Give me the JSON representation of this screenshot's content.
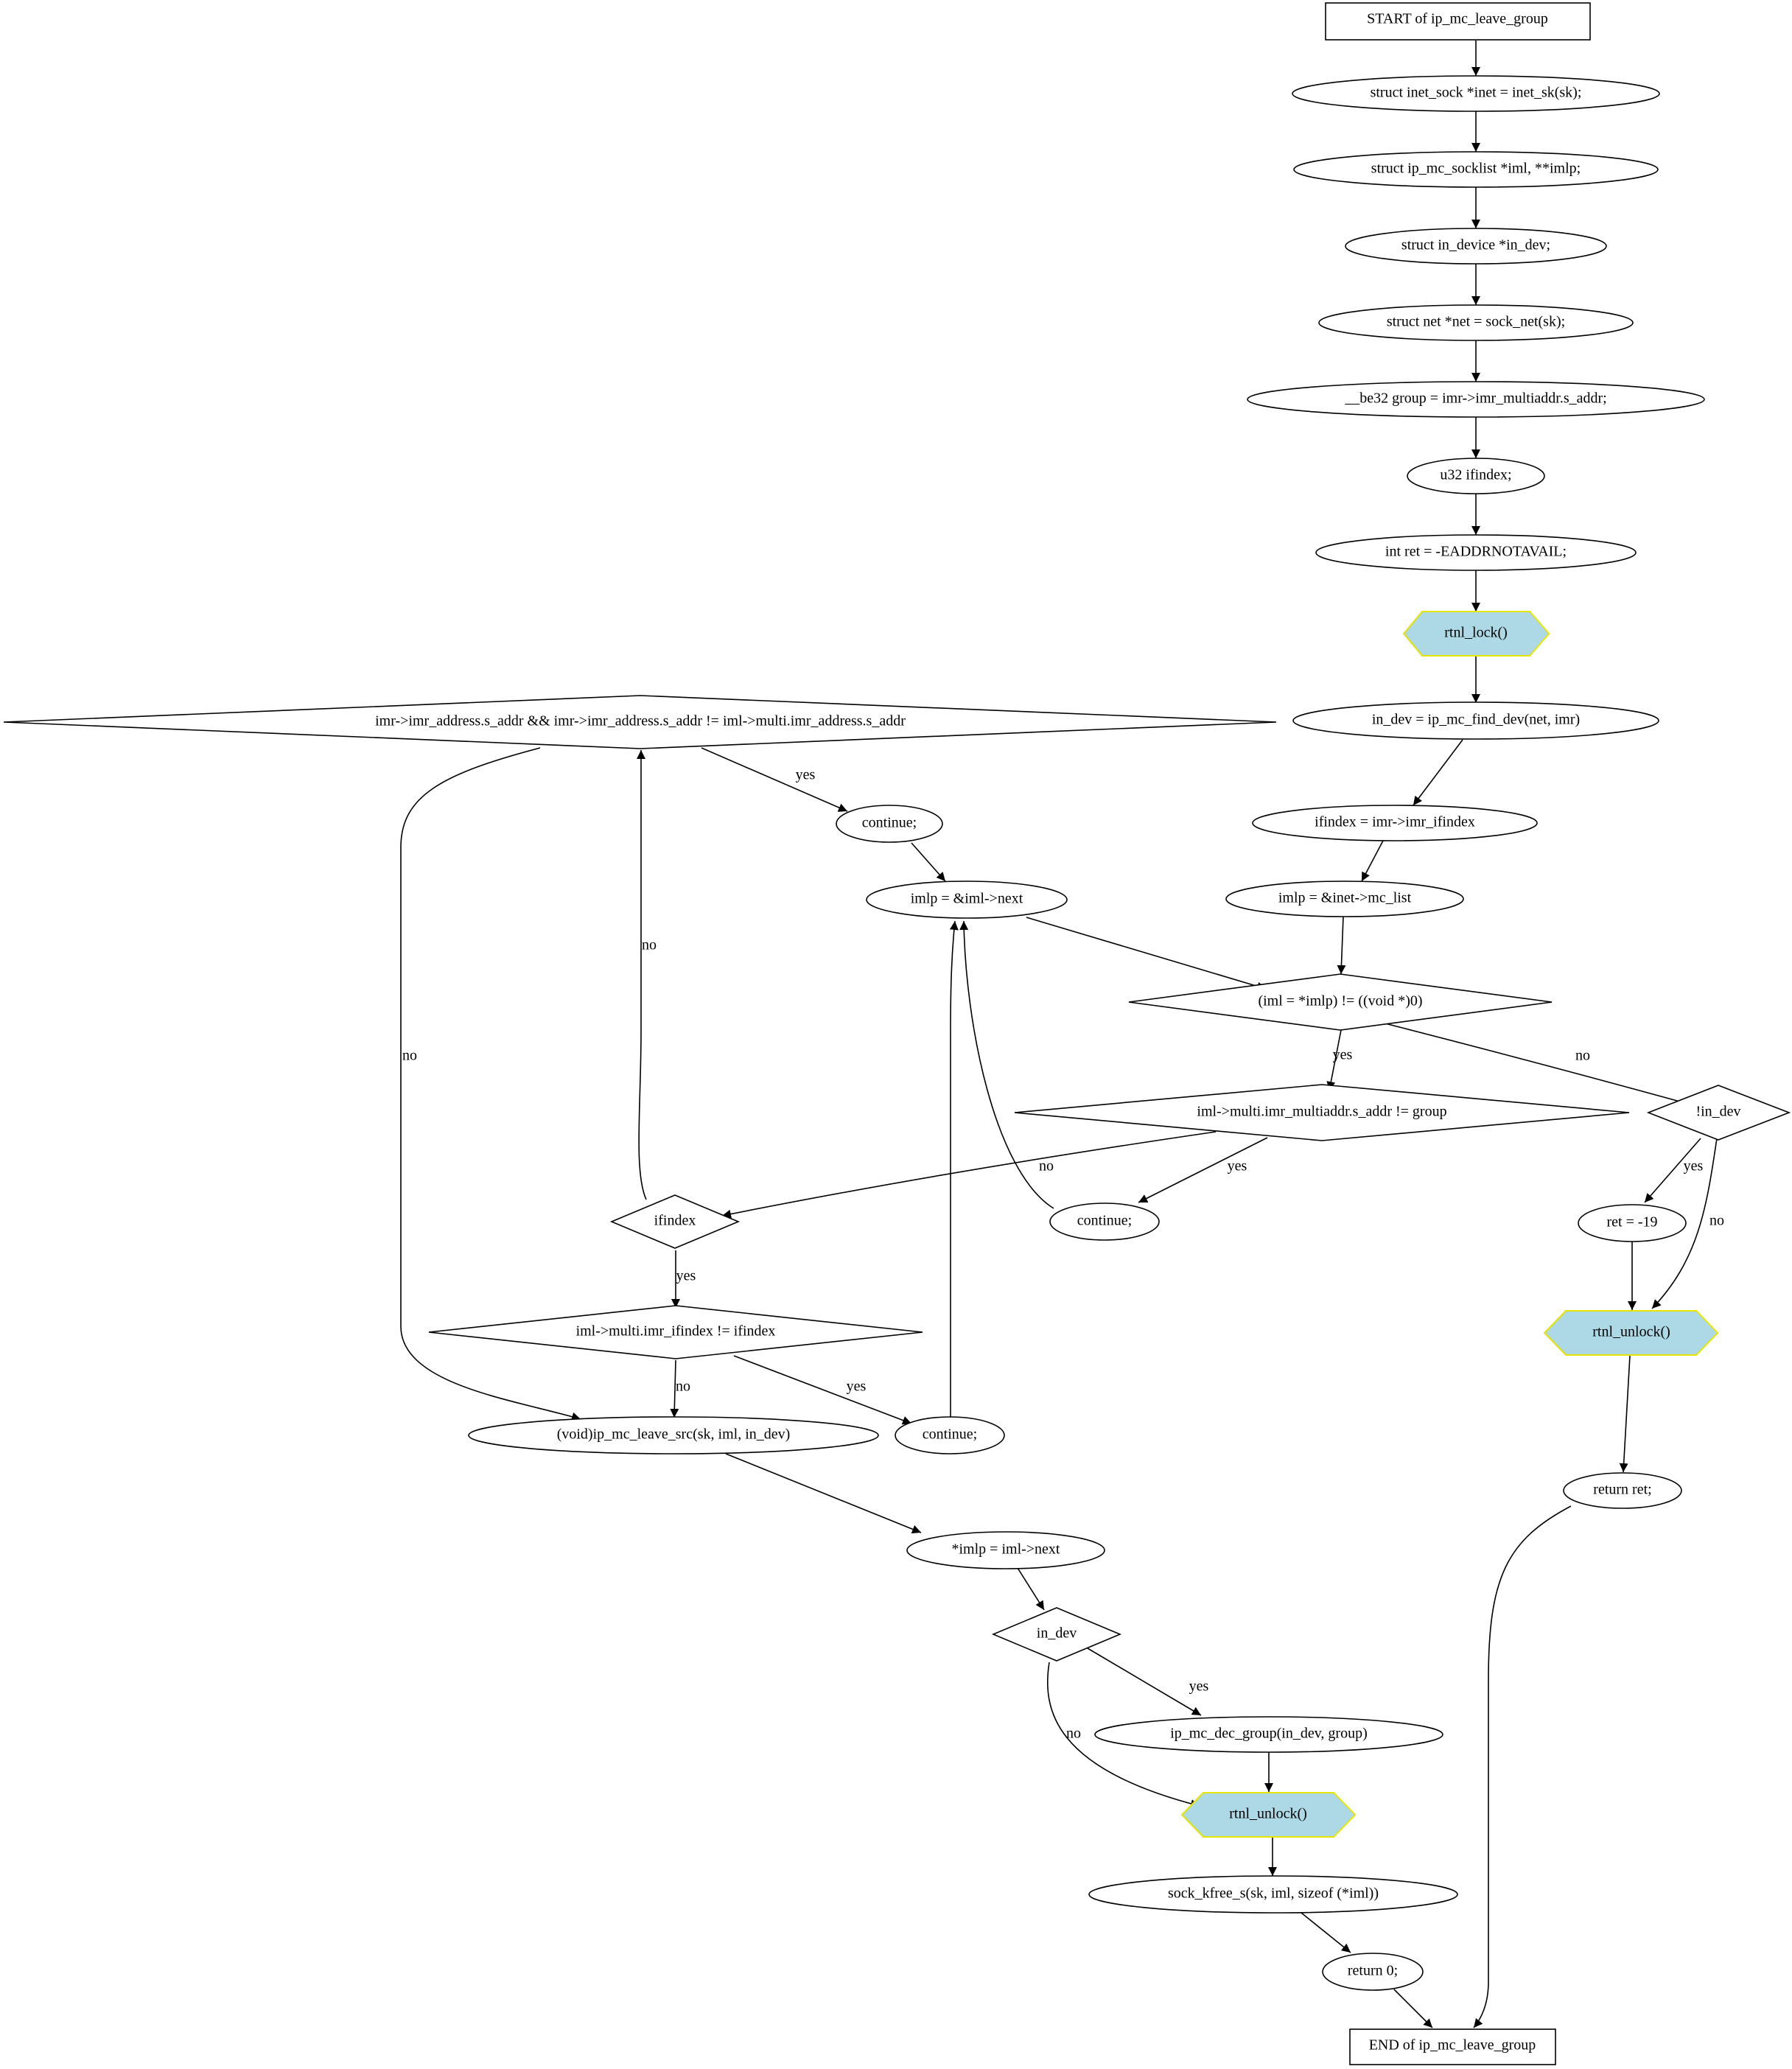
{
  "nodes": {
    "start": "START of ip_mc_leave_group",
    "inet": "struct inet_sock *inet = inet_sk(sk);",
    "iml_decl": "struct ip_mc_socklist *iml, **imlp;",
    "in_dev_decl": "struct in_device *in_dev;",
    "net_decl": "struct net *net = sock_net(sk);",
    "group_decl": "__be32 group = imr->imr_multiaddr.s_addr;",
    "ifindex_decl": "u32 ifindex;",
    "ret_decl": "int ret = -EADDRNOTAVAIL;",
    "rtnl_lock": "rtnl_lock()",
    "find_dev": "in_dev = ip_mc_find_dev(net, imr)",
    "ifindex_assign": "ifindex = imr->imr_ifindex",
    "imlp_init": "imlp = &inet->mc_list",
    "loop_cond": "(iml = *imlp) != ((void *)0)",
    "addr_cond": "imr->imr_address.s_addr && imr->imr_address.s_addr != iml->multi.imr_address.s_addr",
    "continue_1": "continue;",
    "imlp_next": "imlp = &iml->next",
    "group_cond": "iml->multi.imr_multiaddr.s_addr != group",
    "not_in_dev": "!in_dev",
    "ifindex_cond": "ifindex",
    "continue_2": "continue;",
    "ret_19": "ret = -19",
    "ifidx_cond": "iml->multi.imr_ifindex != ifindex",
    "rtnl_unlock_1": "rtnl_unlock()",
    "leave_src": "(void)ip_mc_leave_src(sk, iml, in_dev)",
    "continue_3": "continue;",
    "return_ret": "return ret;",
    "imlp_assign": "*imlp = iml->next",
    "in_dev_cond": "in_dev",
    "dec_group": "ip_mc_dec_group(in_dev, group)",
    "rtnl_unlock_2": "rtnl_unlock()",
    "kfree": "sock_kfree_s(sk, iml, sizeof (*iml))",
    "return_0": "return 0;",
    "end": "END of ip_mc_leave_group"
  },
  "edge_labels": {
    "addr_yes": "yes",
    "addr_no_loop": "no",
    "addr_no_leave": "no",
    "loop_yes": "yes",
    "loop_no": "no",
    "group_no": "no",
    "group_yes": "yes",
    "notin_yes": "yes",
    "notin_no": "no",
    "ifindex_yes": "yes",
    "ifidx_no": "no",
    "ifidx_yes": "yes",
    "indev_yes": "yes",
    "indev_no": "no"
  }
}
